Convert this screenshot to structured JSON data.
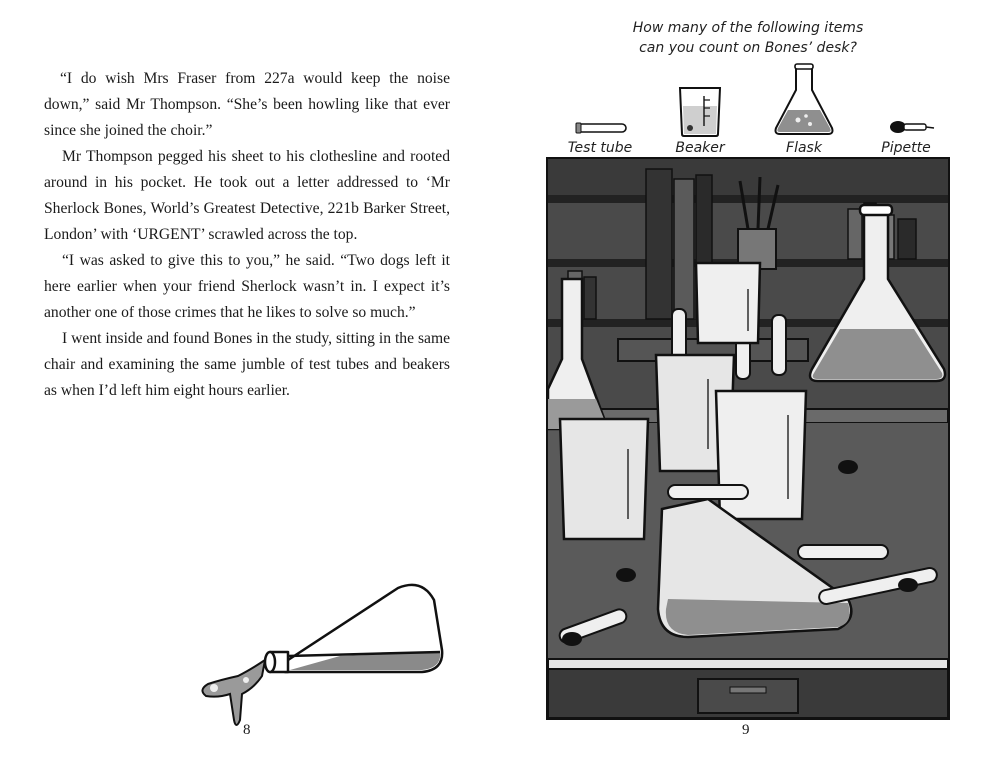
{
  "left_page": {
    "paragraphs": [
      "“I do wish Mrs Fraser from 227a would keep the noise down,” said Mr Thompson. “She’s been howling like that ever since she joined the choir.”",
      "Mr Thompson pegged his sheet to his clothesline and rooted around in his pocket. He took out a letter addressed to ‘Mr Sherlock Bones, World’s Greatest Detective, 221b Barker Street, London’ with ‘URGENT’ scrawled across the top.",
      "“I was asked to give this to you,” he said. “Two dogs left it here earlier when your friend Sherlock wasn’t in. I expect it’s another one of those crimes that he likes to solve so much.”",
      "I went inside and found Bones in the study, sitting in the same chair and examining the same jumble of test tubes and beakers as when I’d left him eight hours earlier."
    ],
    "page_number": "8"
  },
  "right_page": {
    "question_line1": "How many of the following items",
    "question_line2": "can you count on Bones’ desk?",
    "items": [
      {
        "label": "Test tube",
        "icon": "test-tube-icon"
      },
      {
        "label": "Beaker",
        "icon": "beaker-icon"
      },
      {
        "label": "Flask",
        "icon": "flask-icon"
      },
      {
        "label": "Pipette",
        "icon": "pipette-icon"
      }
    ],
    "page_number": "9"
  }
}
